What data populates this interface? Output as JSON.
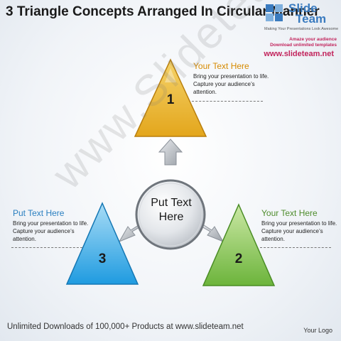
{
  "header": {
    "title": "3 Triangle Concepts Arranged In Circular Manner"
  },
  "logo": {
    "name_line1": "Slide",
    "name_line2": "Team",
    "tagline": "Making Your Presentations Look Awesome",
    "promo_line1": "Amaze your audience",
    "promo_line2": "Download unlimited templates",
    "website": "www.slideteam.net"
  },
  "diagram": {
    "center_label_line1": "Put Text",
    "center_label_line2": "Here",
    "triangles": [
      {
        "number": "1",
        "color_top": "#f5d36a",
        "color_bottom": "#e3a61c"
      },
      {
        "number": "2",
        "color_top": "#cbe8a5",
        "color_bottom": "#6cb43b"
      },
      {
        "number": "3",
        "color_top": "#a8dcf6",
        "color_bottom": "#1f9be0"
      }
    ],
    "text_blocks": [
      {
        "heading": "Your Text Here",
        "heading_color": "#d68a00",
        "line1": "Bring your presentation to life.",
        "line2": "Capture your audience’s",
        "line3": "attention."
      },
      {
        "heading": "Your Text Here",
        "heading_color": "#4e8c2c",
        "line1": "Bring your presentation to life.",
        "line2": "Capture your audience’s",
        "line3": "attention."
      },
      {
        "heading": "Put Text Here",
        "heading_color": "#2a7fc0",
        "line1": "Bring your presentation to life.",
        "line2": "Capture your audience’s",
        "line3": "attention."
      }
    ]
  },
  "watermark": "www.Slideteam.net",
  "footer": {
    "downloads_text": "Unlimited Downloads of 100,000+ Products at www.slideteam.net",
    "your_logo": "Your Logo"
  }
}
